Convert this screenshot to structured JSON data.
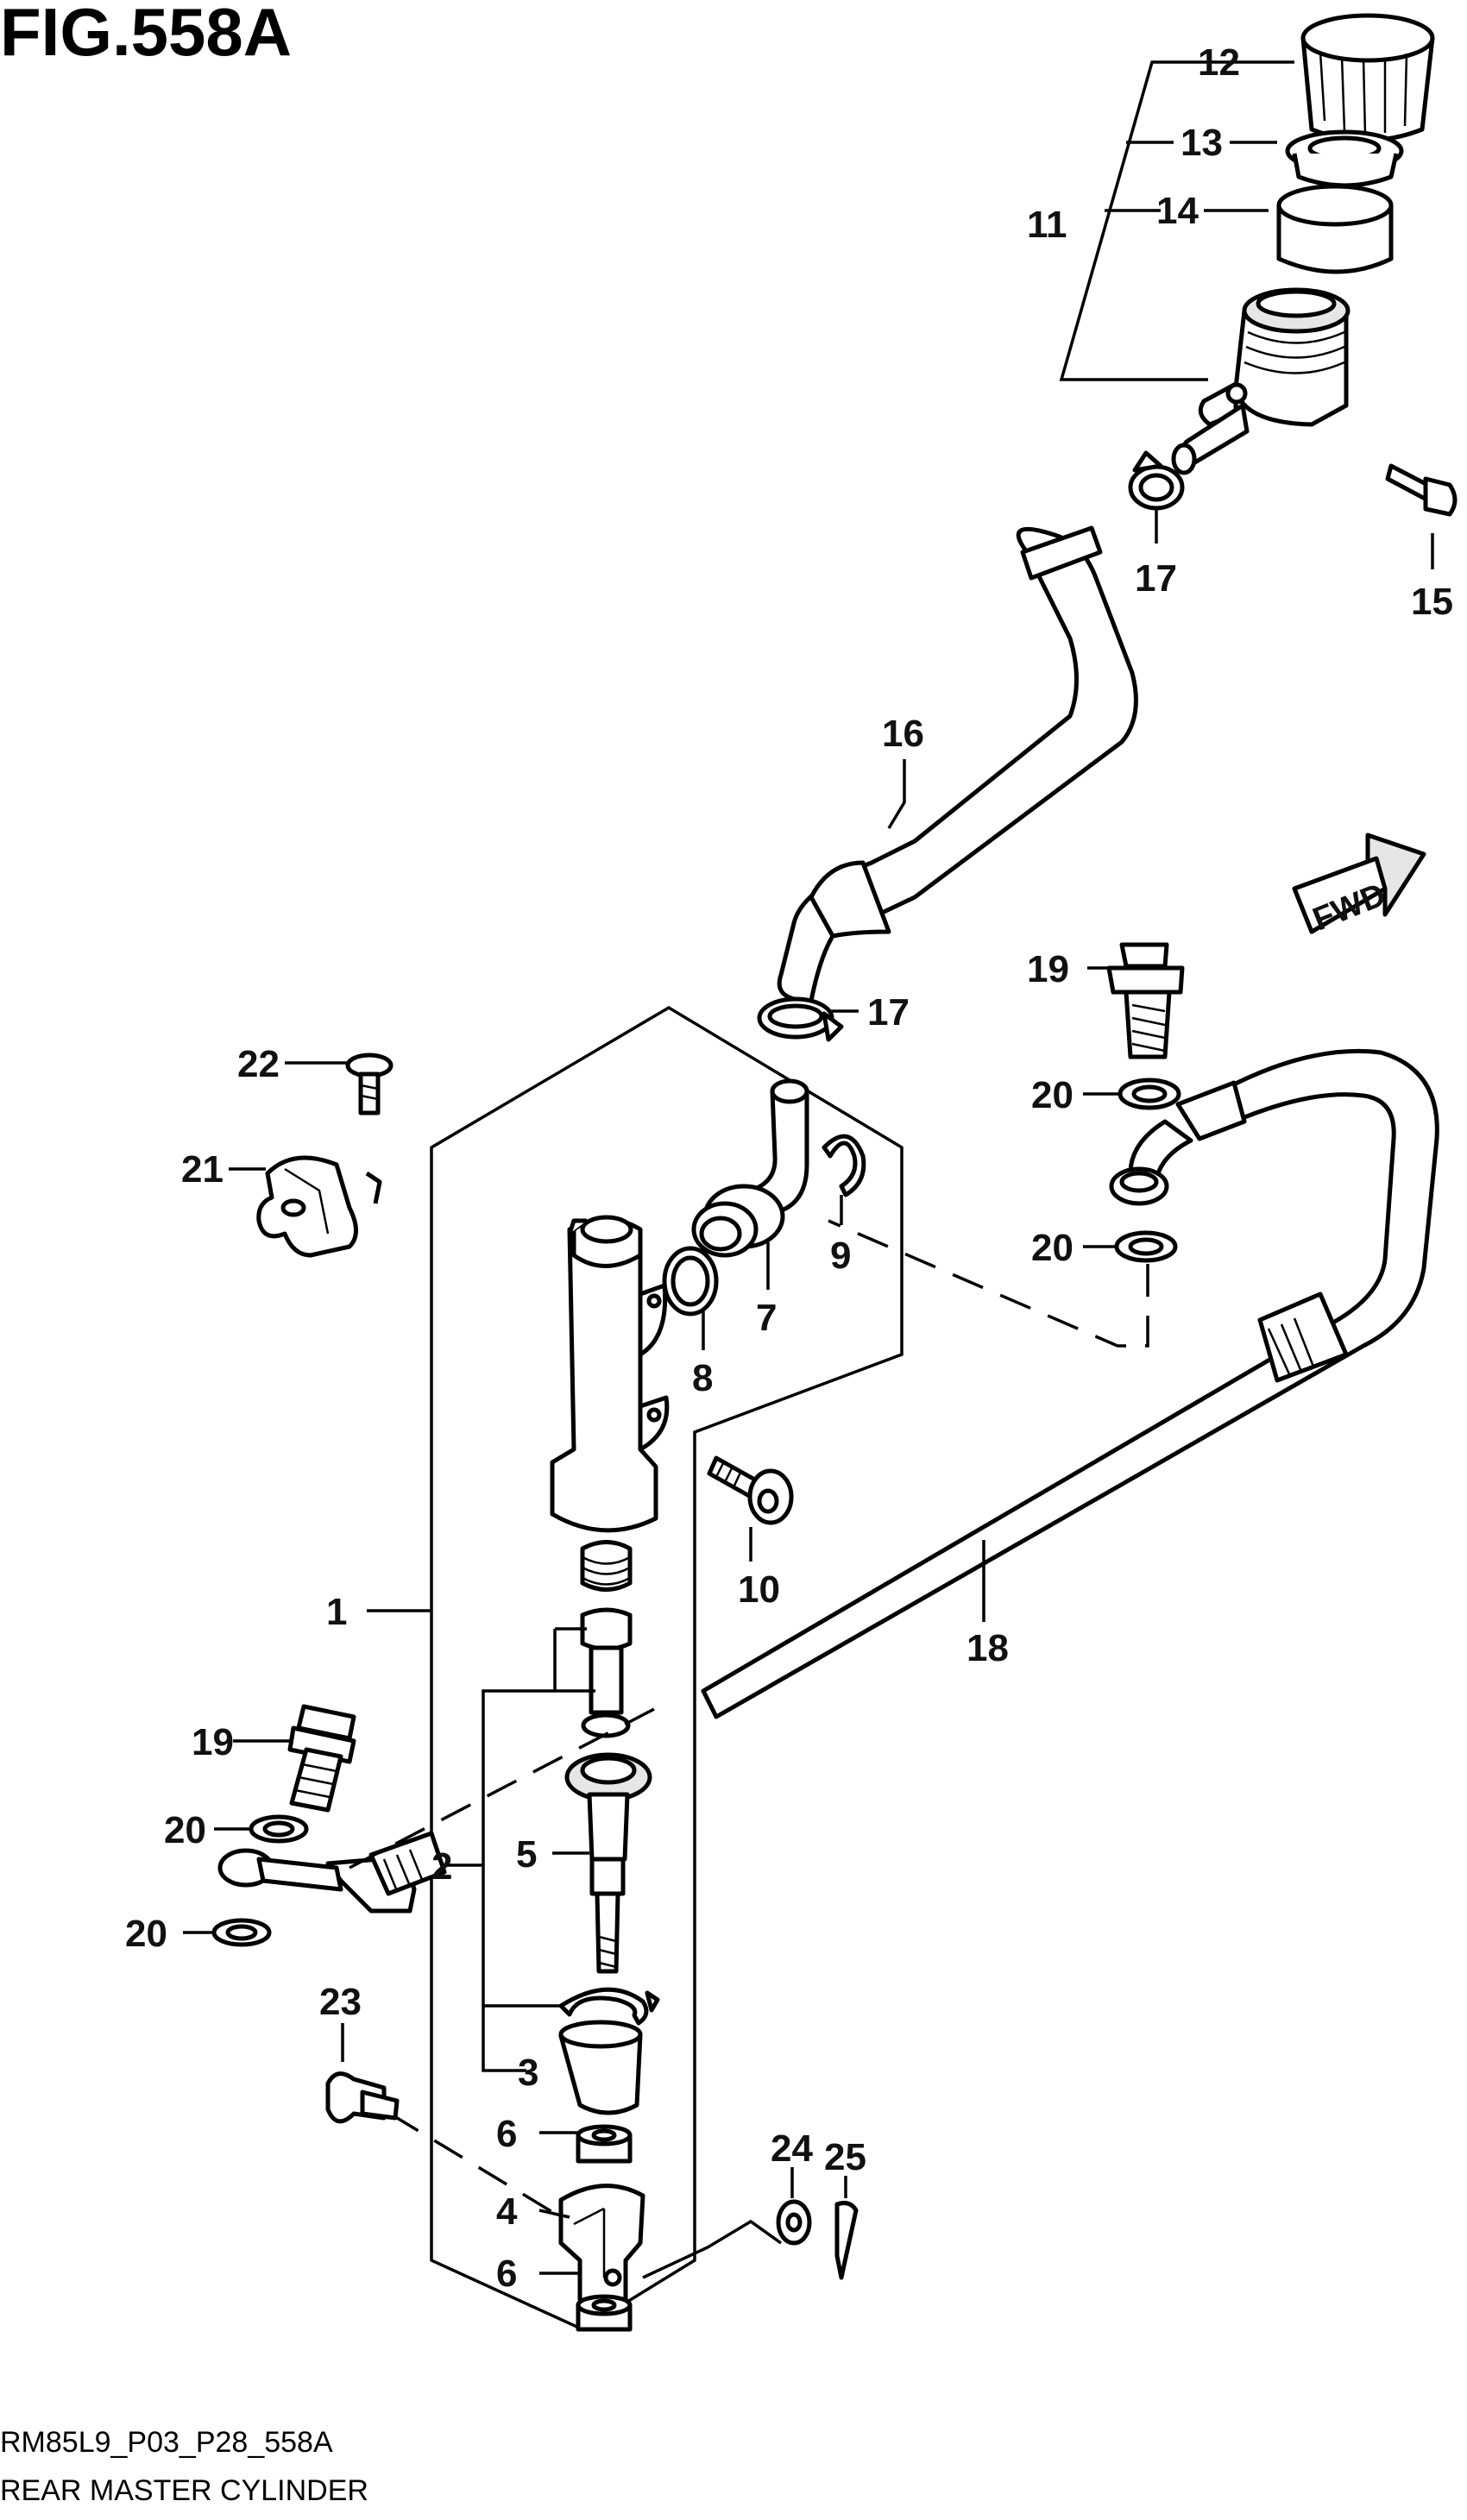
{
  "figure_title": "FIG.558A",
  "footer": {
    "code": "RM85L9_P03_P28_558A",
    "caption": "REAR MASTER CYLINDER"
  },
  "fwd_label": "FWD",
  "callouts": [
    "1",
    "2",
    "3",
    "4",
    "5",
    "6",
    "7",
    "8",
    "9",
    "10",
    "11",
    "12",
    "13",
    "14",
    "15",
    "16",
    "17",
    "18",
    "19",
    "20",
    "21",
    "22",
    "23",
    "24",
    "25"
  ]
}
